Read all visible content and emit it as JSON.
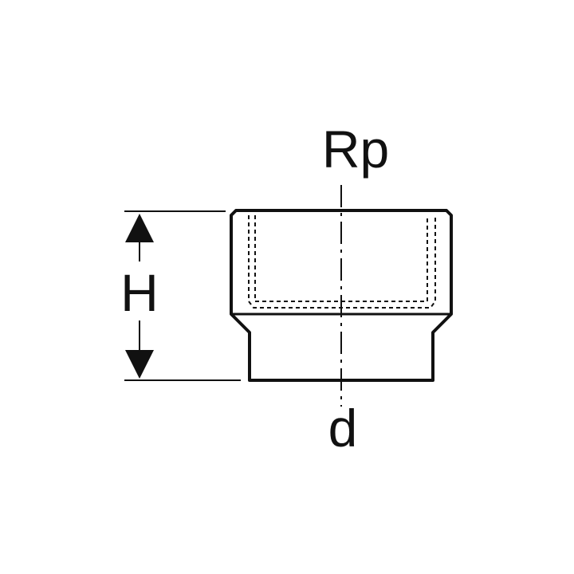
{
  "labels": {
    "thread": "Rp",
    "height": "H",
    "diameter": "d"
  },
  "colors": {
    "line": "#111111",
    "background": "#ffffff"
  }
}
